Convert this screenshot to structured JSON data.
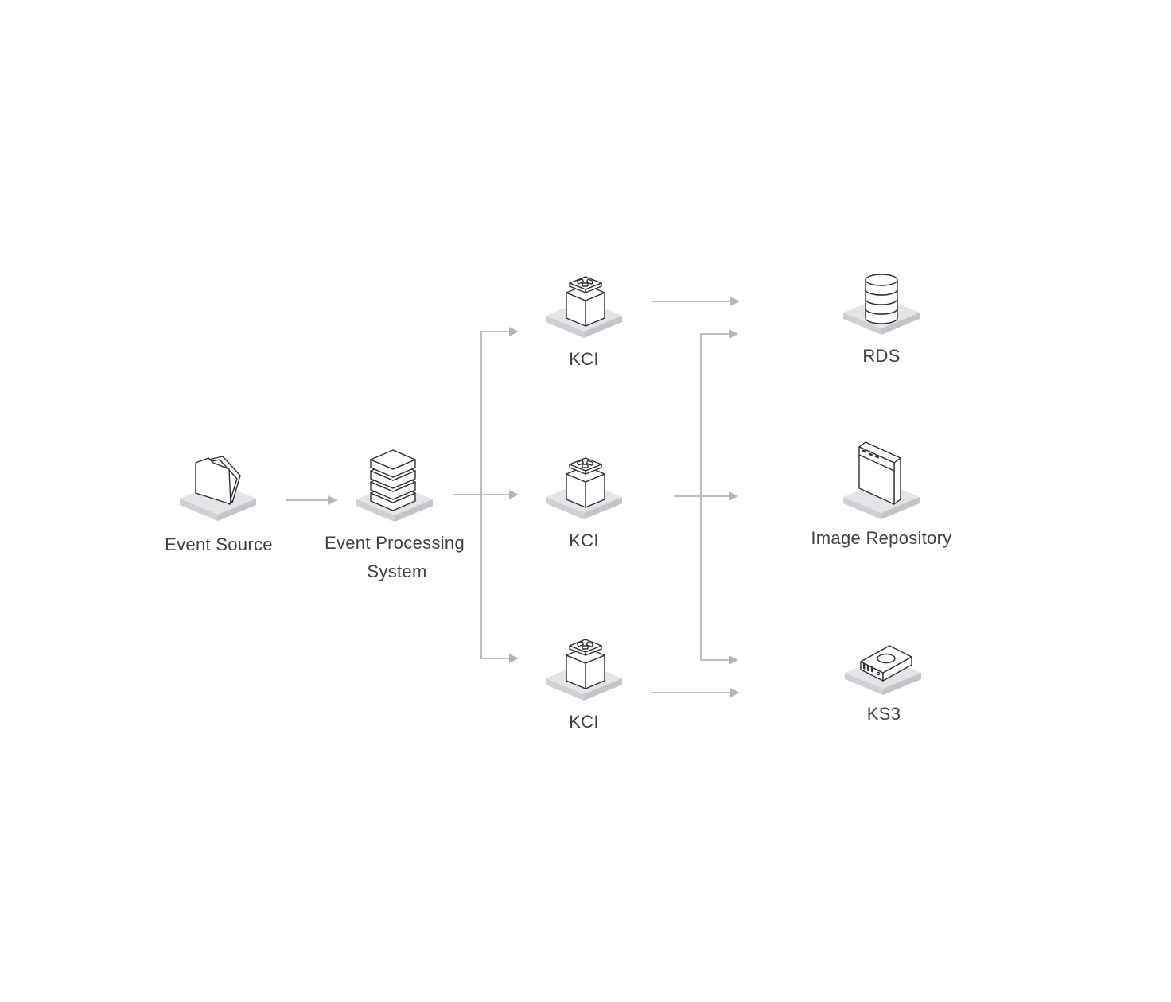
{
  "nodes": {
    "event_source": {
      "label": "Event Source",
      "icon": "folder-icon"
    },
    "event_processing": {
      "label_line1": "Event Processing",
      "label_line2": "System",
      "icon": "stacked-layers-icon"
    },
    "kci_top": {
      "label": "KCI",
      "icon": "container-cube-icon"
    },
    "kci_middle": {
      "label": "KCI",
      "icon": "container-cube-icon"
    },
    "kci_bottom": {
      "label": "KCI",
      "icon": "container-cube-icon"
    },
    "rds": {
      "label": "RDS",
      "icon": "database-icon"
    },
    "image_repository": {
      "label": "Image Repository",
      "icon": "repository-panel-icon"
    },
    "ks3": {
      "label": "KS3",
      "icon": "storage-disk-icon"
    }
  },
  "colors": {
    "connector": "#b4b4ba",
    "base_top": "#e4e4e7",
    "base_side_left": "#cfcfd4",
    "base_side_right": "#c4c4c9",
    "icon_stroke": "#2f2f35",
    "label": "#3f3f46"
  }
}
